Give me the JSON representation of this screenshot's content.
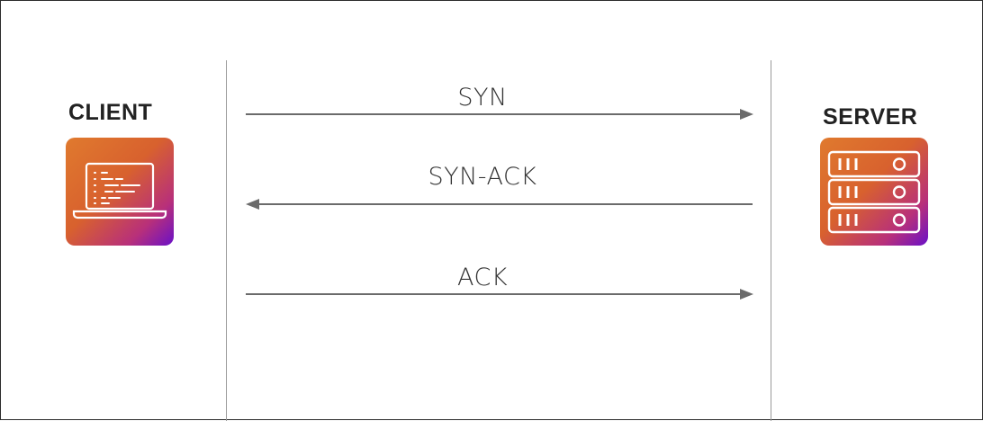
{
  "client": {
    "title": "CLIENT",
    "icon": "laptop-code-icon"
  },
  "server": {
    "title": "SERVER",
    "icon": "server-rack-icon"
  },
  "messages": [
    {
      "label": "SYN",
      "direction": "client-to-server"
    },
    {
      "label": "SYN-ACK",
      "direction": "server-to-client"
    },
    {
      "label": "ACK",
      "direction": "client-to-server"
    }
  ],
  "colors": {
    "arrow": "#6b6b6b",
    "lifeline": "#9a9a9a",
    "tile_gradient": [
      "#e07a2e",
      "#d8612e",
      "#b8307a",
      "#6a10c8"
    ]
  }
}
